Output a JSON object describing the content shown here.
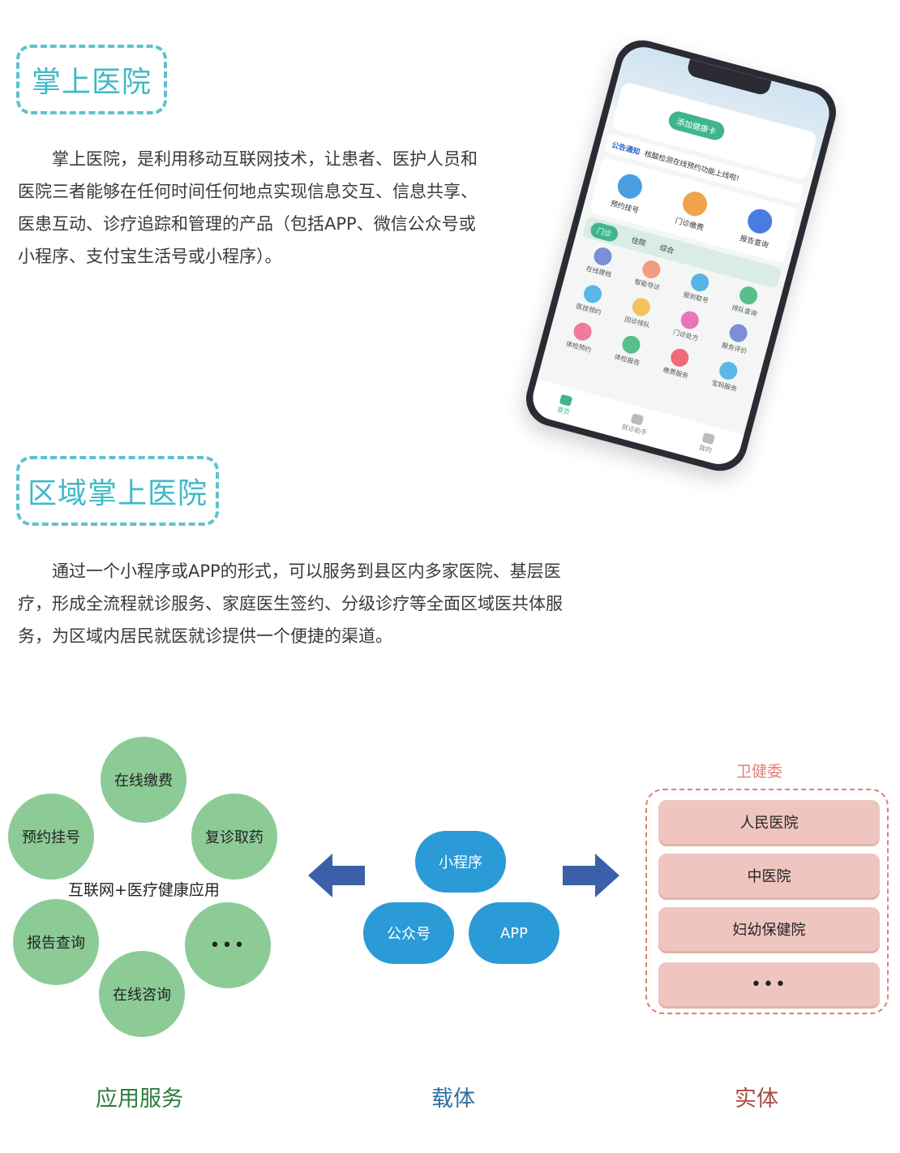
{
  "section1": {
    "title": "掌上医院",
    "paragraph": "掌上医院，是利用移动互联网技术，让患者、医护人员和医院三者能够在任何时间任何地点实现信息交互、信息共享、医患互动、诊疗追踪和管理的产品（包括APP、微信公众号或小程序、支付宝生活号或小程序）。"
  },
  "phone": {
    "add_card": "添加健康卡",
    "notice_tag": "公告通知",
    "notice_text": "核酸检测在线预约功能上线啦!",
    "main_services": [
      {
        "label": "预约挂号",
        "color": "#4a9ee0"
      },
      {
        "label": "门诊缴费",
        "color": "#f0a34a"
      },
      {
        "label": "报告查询",
        "color": "#4a7be0"
      }
    ],
    "tabs": [
      "门诊",
      "住院",
      "综合"
    ],
    "grid": [
      {
        "label": "在线建档",
        "color": "#7c8fd6"
      },
      {
        "label": "智能导诊",
        "color": "#f29b7e"
      },
      {
        "label": "报到取号",
        "color": "#58b4e6"
      },
      {
        "label": "排队查询",
        "color": "#56c089"
      },
      {
        "label": "医技预约",
        "color": "#5ab8e8"
      },
      {
        "label": "回诊排队",
        "color": "#f2c35a"
      },
      {
        "label": "门诊处方",
        "color": "#e876b8"
      },
      {
        "label": "服务评价",
        "color": "#7c8fd6"
      },
      {
        "label": "体检预约",
        "color": "#ef7b9a"
      },
      {
        "label": "体检报告",
        "color": "#56c089"
      },
      {
        "label": "缴费服务",
        "color": "#ef6a7a"
      },
      {
        "label": "宝妈服务",
        "color": "#5ab8e8"
      }
    ],
    "tabbar": [
      "首页",
      "就诊助手",
      "我的"
    ]
  },
  "section2": {
    "title": "区域掌上医院",
    "paragraph": "通过一个小程序或APP的形式，可以服务到县区内多家医院、基层医疗，形成全流程就诊服务、家庭医生签约、分级诊疗等全面区域医共体服务，为区域内居民就医就诊提供一个便捷的渠道。"
  },
  "diagram": {
    "services": [
      "在线缴费",
      "预约挂号",
      "复诊取药",
      "报告查询",
      "•••",
      "在线咨询"
    ],
    "services_center": "互联网+医疗健康应用",
    "carriers": [
      "小程序",
      "公众号",
      "APP"
    ],
    "entity_group_label": "卫健委",
    "entities": [
      "人民医院",
      "中医院",
      "妇幼保健院",
      "•••"
    ],
    "captions": {
      "services": "应用服务",
      "carriers": "载体",
      "entities": "实体"
    },
    "colors": {
      "service_circle": "#8ccb96",
      "carrier_pill": "#2a9bd6",
      "entity_box": "#eec5bf",
      "arrow": "#3b5fa8",
      "caption_services": "#2f7d3e",
      "caption_carriers": "#2f6f9e",
      "caption_entities": "#a94b3f"
    }
  }
}
